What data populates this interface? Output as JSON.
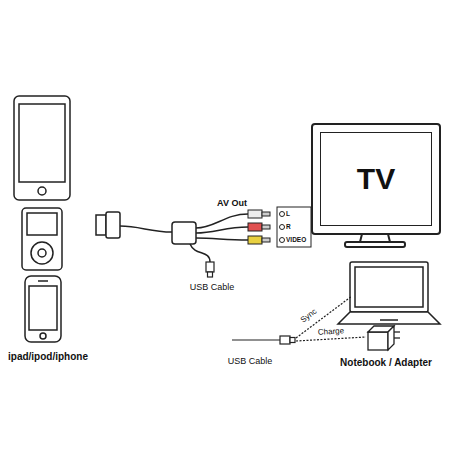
{
  "diagram": {
    "nodes": [
      {
        "text": [
          "TV"
        ]
      }
    ],
    "labels": [
      "ipad/ipod/iphone",
      "AV Out",
      "L",
      "R",
      "VIDEO",
      "USB Cable",
      "USB Cable",
      "Sync",
      "Charge",
      "Notebook / Adapter"
    ]
  }
}
